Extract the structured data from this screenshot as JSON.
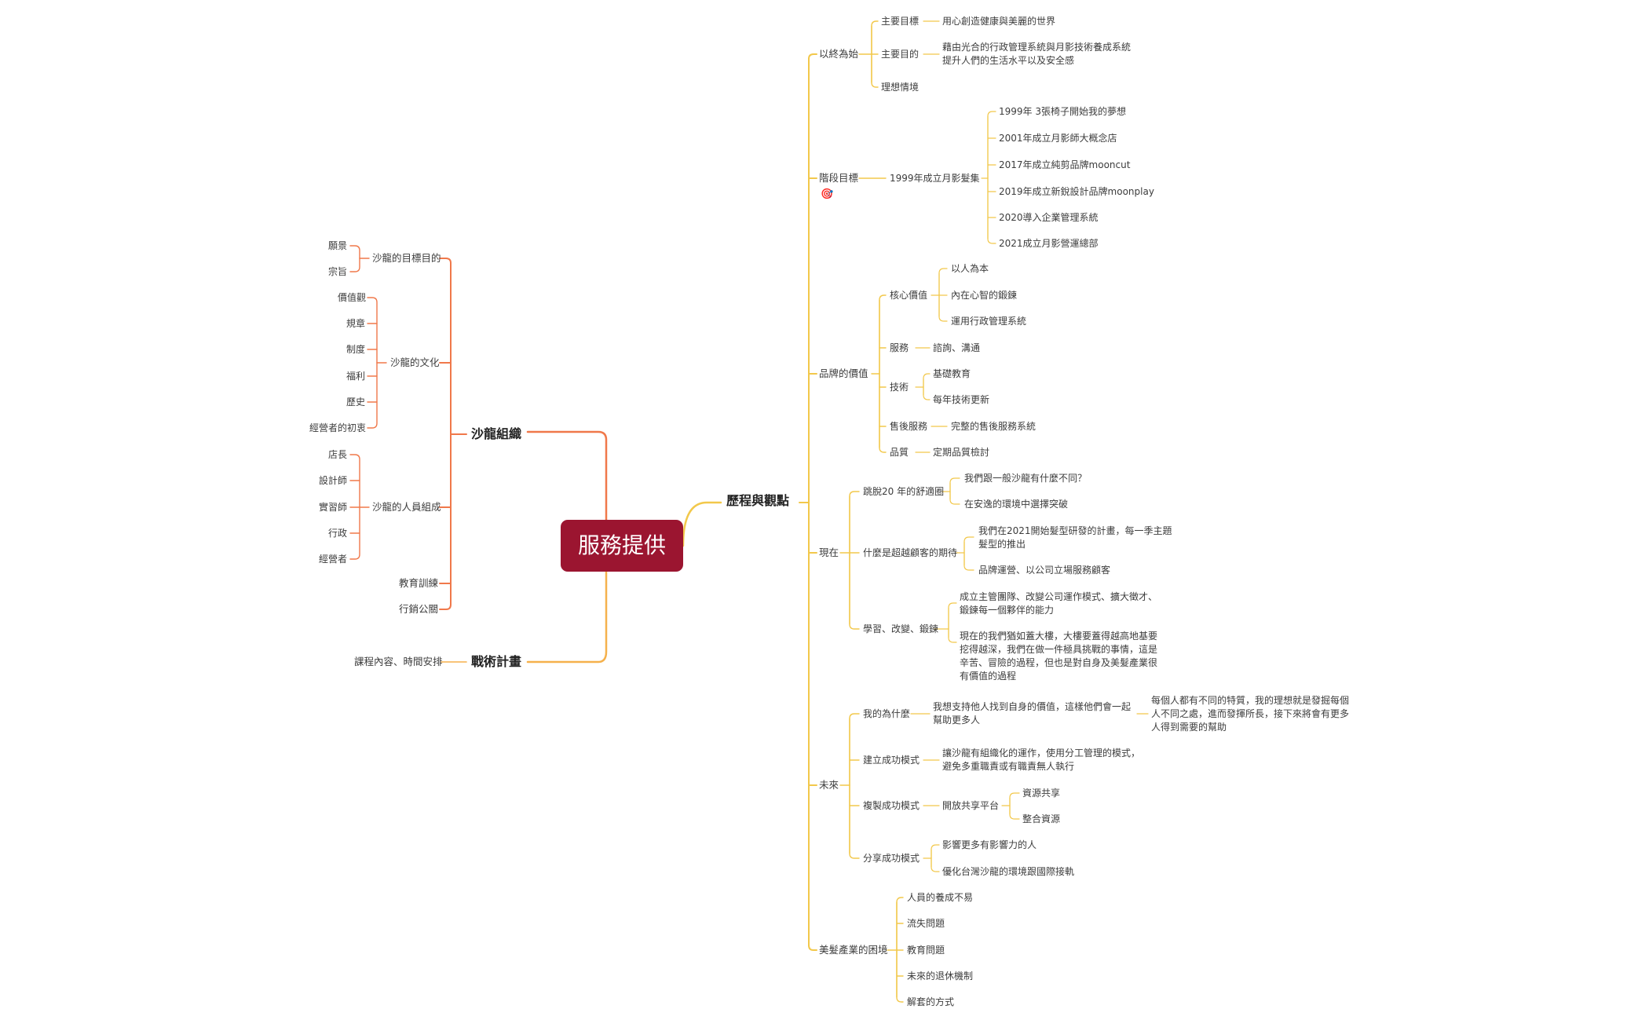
{
  "root": {
    "label": "服務提供"
  },
  "colors": {
    "root_fill": "#9b1530",
    "left_branch": "#f0784a",
    "tactics_branch": "#f5b14c",
    "right_branch": "#f2c84b"
  },
  "left": {
    "salon_org": {
      "label": "沙龍組織",
      "goal": {
        "label": "沙龍的目標目的",
        "items": [
          "願景",
          "宗旨"
        ]
      },
      "culture": {
        "label": "沙龍的文化",
        "items": [
          "價值觀",
          "規章",
          "制度",
          "福利",
          "歷史",
          "經營者的初衷"
        ]
      },
      "staff": {
        "label": "沙龍的人員組成",
        "items": [
          "店長",
          "設計師",
          "實習師",
          "行政",
          "經營者"
        ]
      },
      "training": "教育訓練",
      "marketing": "行銷公關"
    },
    "tactics": {
      "label": "戰術計畫",
      "child": "課程內容、時間安排"
    }
  },
  "right": {
    "label": "歷程與觀點",
    "begin": {
      "label": "以終為始",
      "goal": {
        "label": "主要目標",
        "child": "用心創造健康與美麗的世界"
      },
      "purpose": {
        "label": "主要目的",
        "child": "藉由光合的行政管理系統與月影技術養成系統提升人們的生活水平以及安全感"
      },
      "ideal": "理想情境"
    },
    "stage": {
      "label": "階段目標",
      "marker_icon": "target-icon",
      "sub": {
        "label": "1999年成立月影髮集",
        "items": [
          "1999年 3張椅子開始我的夢想",
          "2001年成立月影師大概念店",
          "2017年成立純剪品牌mooncut",
          "2019年成立新銳設計品牌moonplay",
          "2020導入企業管理系統",
          "2021成立月影營運總部"
        ]
      }
    },
    "brand": {
      "label": "品牌的價值",
      "core": {
        "label": "核心價值",
        "items": [
          "以人為本",
          "內在心智的鍛鍊",
          "運用行政管理系統"
        ]
      },
      "service": {
        "label": "服務",
        "child": "諮詢、溝通"
      },
      "tech": {
        "label": "技術",
        "items": [
          "基礎教育",
          "每年技術更新"
        ]
      },
      "after": {
        "label": "售後服務",
        "child": "完整的售後服務系統"
      },
      "quality": {
        "label": "品質",
        "child": "定期品質檢討"
      }
    },
    "now": {
      "label": "現在",
      "comfort": {
        "label": "跳脫20 年的舒適圈",
        "items": [
          "我們跟一般沙龍有什麼不同？",
          "在安逸的環境中選擇突破"
        ]
      },
      "exceed": {
        "label": "什麼是超越顧客的期待",
        "items": [
          "我們在2021開始髮型研發的計畫，每一季主題髮型的推出",
          "品牌運營、以公司立場服務顧客"
        ]
      },
      "learn": {
        "label": "學習、改變、鍛鍊",
        "items": [
          "成立主管團隊、改變公司運作模式、擴大徵才、鍛鍊每一個夥伴的能力",
          "現在的我們猶如蓋大樓，大樓要蓋得越高地基要挖得越深，我們在做一件極具挑戰的事情，這是辛苦、冒險的過程，但也是對自身及美髮產業很有價值的過程"
        ]
      }
    },
    "future": {
      "label": "未來",
      "why": {
        "label": "我的為什麼",
        "child": "我想支持他人找到自身的價值，這樣他們會一起幫助更多人",
        "grandchild": "每個人都有不同的特質，我的理想就是發掘每個人不同之處，進而發揮所長，接下來將會有更多人得到需要的幫助"
      },
      "build": {
        "label": "建立成功模式",
        "child": "讓沙龍有組織化的運作，使用分工管理的模式，避免多重職責或有職責無人執行"
      },
      "copy": {
        "label": "複製成功模式",
        "child": "開放共享平台",
        "items": [
          "資源共享",
          "整合資源"
        ]
      },
      "share": {
        "label": "分享成功模式",
        "items": [
          "影響更多有影響力的人",
          "優化台灣沙龍的環境跟國際接軌"
        ]
      }
    },
    "dilemma": {
      "label": "美髮產業的困境",
      "items": [
        "人員的養成不易",
        "流失問題",
        "教育問題",
        "未來的退休機制",
        "解套的方式"
      ]
    }
  }
}
